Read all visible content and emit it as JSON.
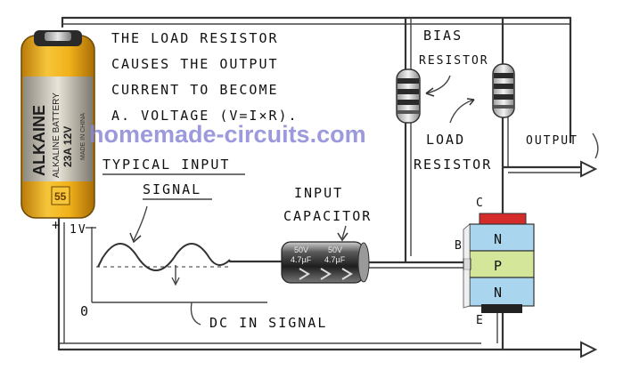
{
  "annotation": {
    "line1": "THE LOAD RESISTOR",
    "line2": "CAUSES THE OUTPUT",
    "line3": "CURRENT TO BECOME",
    "line4": "A. VOLTAGE (V=I×R)."
  },
  "watermark": "homemade-circuits.com",
  "labels": {
    "bias_line1": "BIAS",
    "bias_line2": "RESISTOR",
    "load_line1": "LOAD",
    "load_line2": "RESISTOR",
    "output": "OUTPUT",
    "typical_input_line1": "TYPICAL INPUT",
    "typical_input_line2": "SIGNAL",
    "input_cap_line1": "INPUT",
    "input_cap_line2": "CAPACITOR",
    "dc_in_signal": "DC IN SIGNAL",
    "one_volt": "1V",
    "origin": "0",
    "pin_c": "C",
    "pin_b": "B",
    "pin_e": "E",
    "layer_top": "N",
    "layer_mid": "P",
    "layer_bottom": "N",
    "plus": "+"
  },
  "battery": {
    "brand": "ALKAINE",
    "line1": "ALKALINE BATTERY",
    "line2": "23A 12V",
    "line3": "MADE IN CHINA",
    "logo": "55"
  },
  "capacitor": {
    "line1": "50V",
    "line2": "4.7µF",
    "line3": "50V",
    "line4": "4.7µF"
  },
  "colors": {
    "n_layer": "#a9d6ee",
    "p_layer": "#d3e69a",
    "collector_cap": "#d62b2b",
    "emitter_cap": "#222222",
    "battery_gold": "#f2b21a",
    "watermark": "#8b88d6"
  }
}
